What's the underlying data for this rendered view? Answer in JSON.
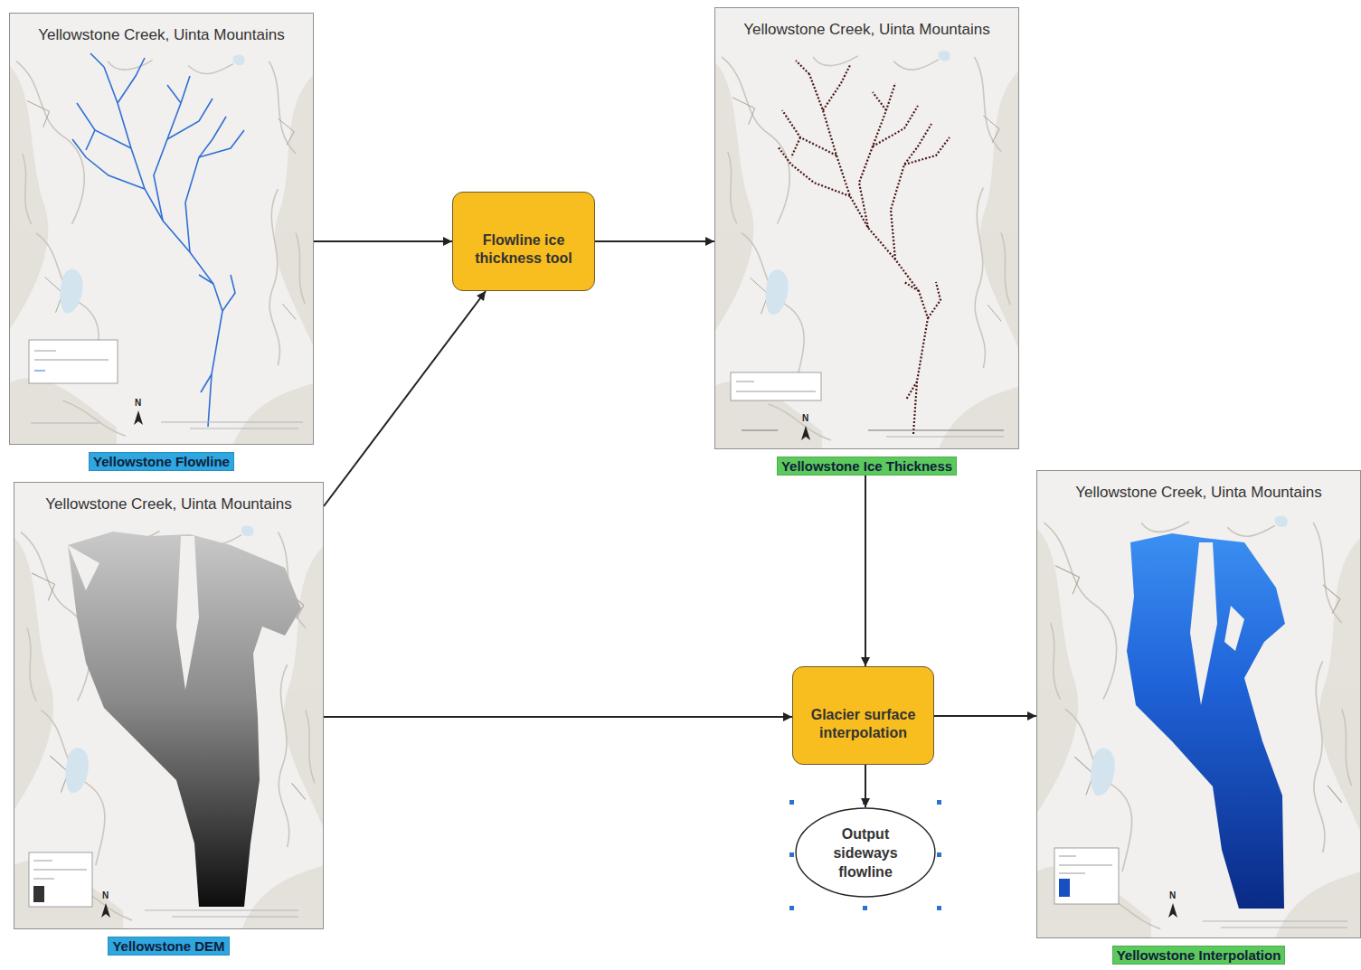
{
  "diagram": {
    "nodes": [
      {
        "text": [
          "Yellowstone Creek, Uinta Mountains",
          "Yellowstone Flowline"
        ]
      },
      {
        "text": [
          "Flowline ice thickness tool"
        ]
      },
      {
        "text": [
          "Yellowstone Creek, Uinta Mountains",
          "Yellowstone Ice Thickness"
        ]
      },
      {
        "text": [
          "Yellowstone Creek, Uinta Mountains",
          "Yellowstone DEM"
        ]
      },
      {
        "text": [
          "Glacier surface interpolation"
        ]
      },
      {
        "text": [
          "Yellowstone Creek, Uinta Mountains",
          "Yellowstone Interpolation"
        ]
      },
      {
        "text": [
          "Output sideways flowline"
        ]
      }
    ],
    "edges": [
      {
        "from": 0,
        "to": 1,
        "arrow": "to"
      },
      {
        "from": 3,
        "to": 1,
        "arrow": "to"
      },
      {
        "from": 1,
        "to": 2,
        "arrow": "to"
      },
      {
        "from": 2,
        "to": 4,
        "arrow": "to"
      },
      {
        "from": 3,
        "to": 4,
        "arrow": "to"
      },
      {
        "from": 4,
        "to": 5,
        "arrow": "to"
      },
      {
        "from": 4,
        "to": 6,
        "arrow": "to"
      }
    ],
    "labels": [
      "N",
      "N",
      "N",
      "N"
    ]
  }
}
